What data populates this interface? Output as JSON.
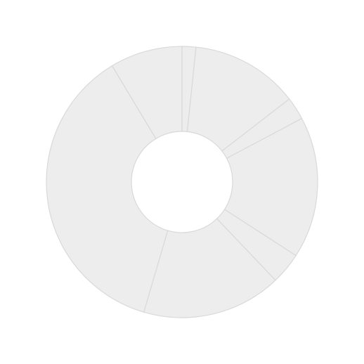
{
  "chart_data": {
    "type": "pie",
    "variant": "donut",
    "title": "",
    "legend": "none",
    "labels_shown": false,
    "slice_fill": "#ededed",
    "slice_stroke": "#d9d9d9",
    "background": "#ffffff",
    "values": [
      1.4,
      10.9,
      2.3,
      14.3,
      3.2,
      14.1,
      31.2,
      7.3
    ],
    "start_angle_deg": 0,
    "direction": "clockwise"
  }
}
